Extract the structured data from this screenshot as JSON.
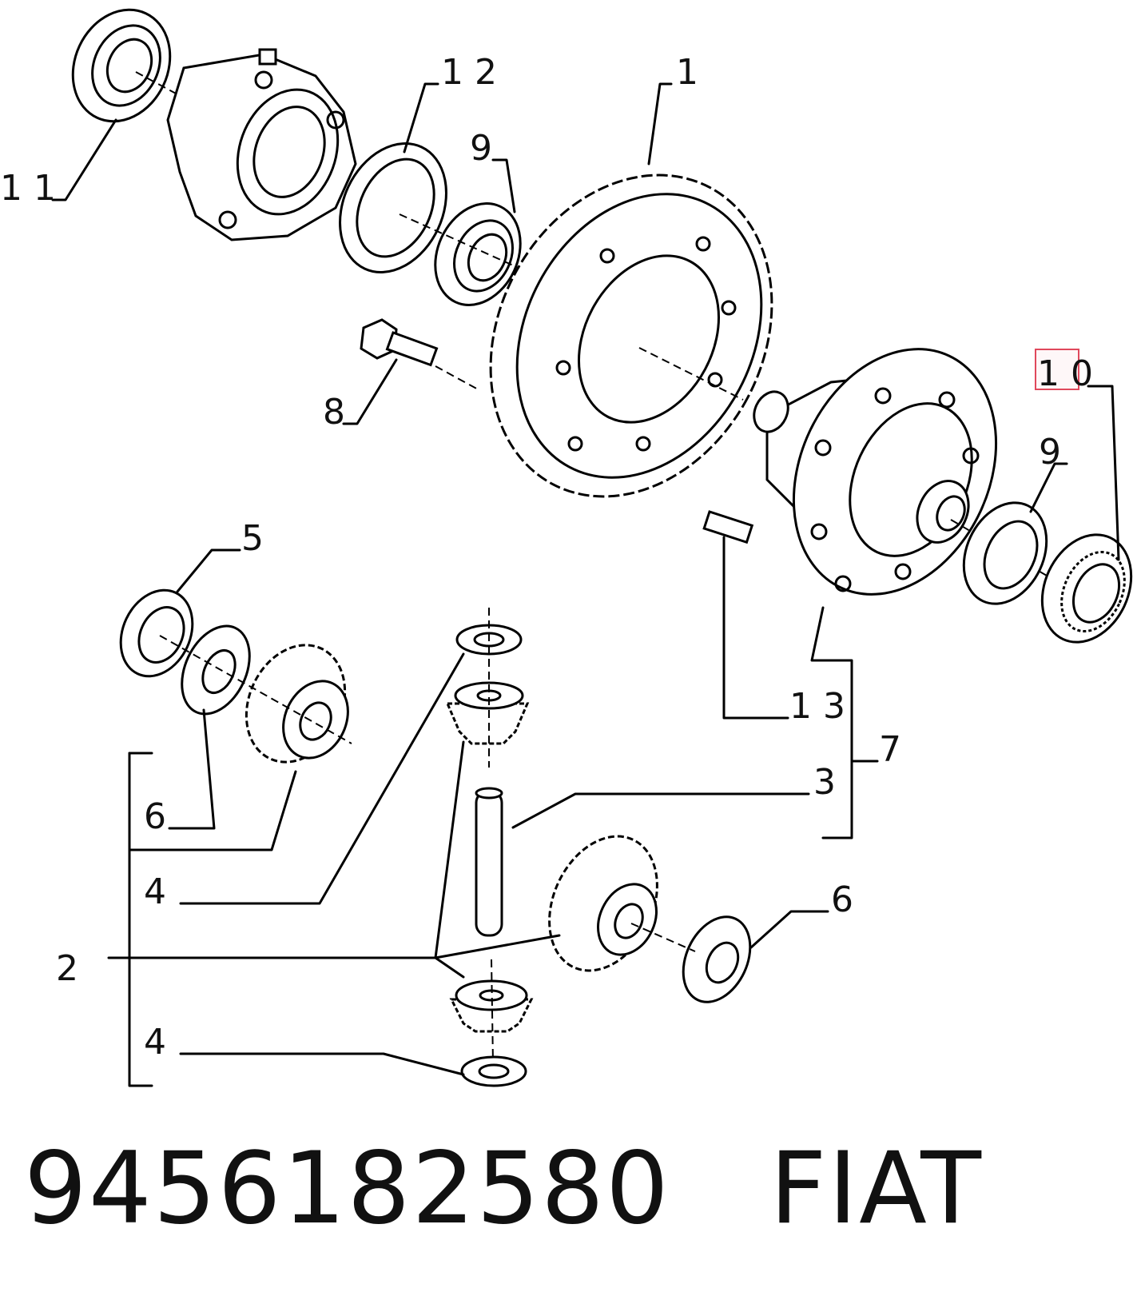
{
  "callouts": [
    {
      "id": "c11",
      "text": "1 1"
    },
    {
      "id": "c12",
      "text": "1 2"
    },
    {
      "id": "c1",
      "text": "1"
    },
    {
      "id": "c9a",
      "text": "9"
    },
    {
      "id": "c8",
      "text": "8"
    },
    {
      "id": "c10",
      "text": "1 0"
    },
    {
      "id": "c9b",
      "text": "9"
    },
    {
      "id": "c5",
      "text": "5"
    },
    {
      "id": "c13",
      "text": "1 3"
    },
    {
      "id": "c7",
      "text": "7"
    },
    {
      "id": "c3",
      "text": "3"
    },
    {
      "id": "c6a",
      "text": "6"
    },
    {
      "id": "c4a",
      "text": "4"
    },
    {
      "id": "c2",
      "text": "2"
    },
    {
      "id": "c6b",
      "text": "6"
    },
    {
      "id": "c4b",
      "text": "4"
    }
  ],
  "highlighted_callout": "c10",
  "highlight_color": "#e0485c",
  "footer": {
    "part_number": "9456182580",
    "brand": "FIAT"
  }
}
